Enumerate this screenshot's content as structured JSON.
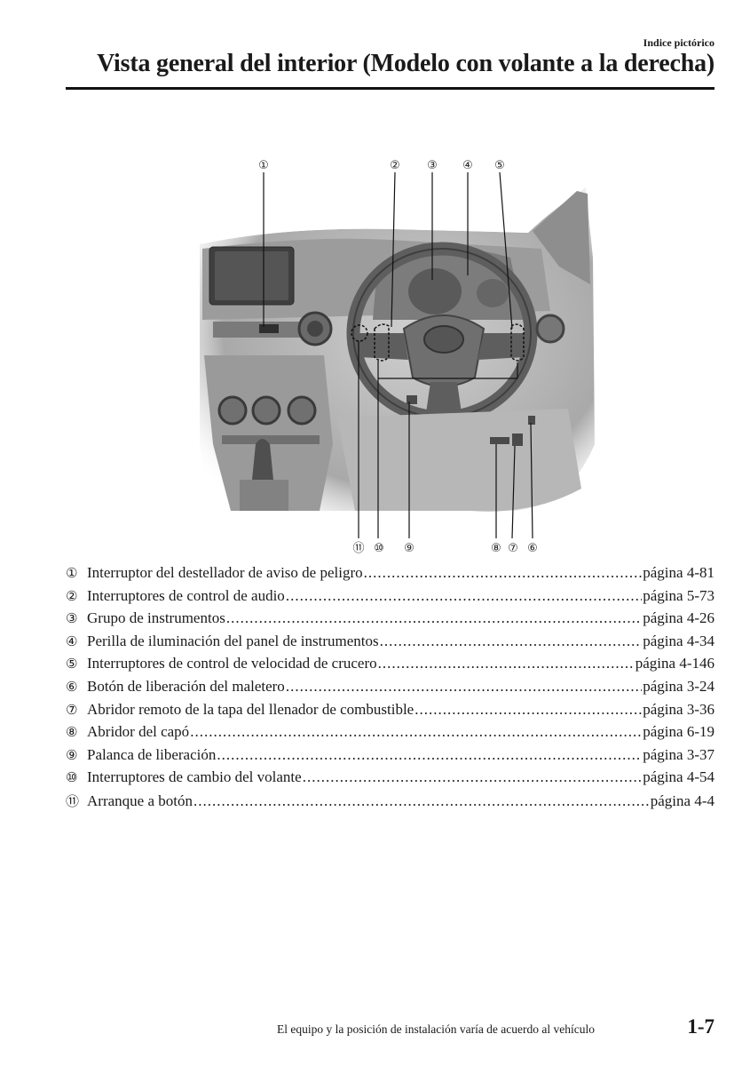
{
  "header": {
    "section": "Indice pictórico",
    "title": "Vista general del interior (Modelo con volante a la derecha)"
  },
  "figure": {
    "callouts_top": [
      "①",
      "②",
      "③",
      "④",
      "⑤"
    ],
    "callouts_bottom": [
      "⑪",
      "⑩",
      "⑨",
      "⑧",
      "⑦",
      "⑥"
    ]
  },
  "items": [
    {
      "num": "①",
      "label": "Interruptor del destellador de aviso de peligro",
      "page": "página 4-81"
    },
    {
      "num": "②",
      "label": "Interruptores de control de audio",
      "page": "página 5-73"
    },
    {
      "num": "③",
      "label": "Grupo de instrumentos",
      "page": "página 4-26"
    },
    {
      "num": "④",
      "label": "Perilla de iluminación del panel de instrumentos",
      "page": "página 4-34"
    },
    {
      "num": "⑤",
      "label": "Interruptores de control de velocidad de crucero",
      "page": "página 4-146"
    },
    {
      "num": "⑥",
      "label": "Botón de liberación del maletero",
      "page": "página 3-24"
    },
    {
      "num": "⑦",
      "label": "Abridor remoto de la tapa del llenador de combustible",
      "page": "página 3-36"
    },
    {
      "num": "⑧",
      "label": "Abridor del capó",
      "page": "página 6-19"
    },
    {
      "num": "⑨",
      "label": "Palanca de liberación",
      "page": "página 3-37"
    },
    {
      "num": "⑩",
      "label": "Interruptores de cambio del volante",
      "page": "página 4-54"
    },
    {
      "num": "⑪",
      "label": "Arranque a botón",
      "page": "página 4-4"
    }
  ],
  "footer": {
    "note": "El equipo y la posición de instalación varía de acuerdo al vehículo",
    "page": "1-7"
  }
}
